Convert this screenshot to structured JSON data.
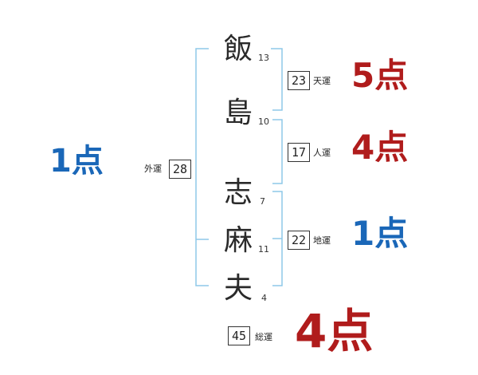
{
  "name": {
    "chars": [
      {
        "char": "飯",
        "strokes": "13"
      },
      {
        "char": "島",
        "strokes": "10"
      },
      {
        "char": "志",
        "strokes": "7"
      },
      {
        "char": "麻",
        "strokes": "11"
      },
      {
        "char": "夫",
        "strokes": "4"
      }
    ]
  },
  "gaiun": {
    "label": "外運",
    "value": "28",
    "score": "1点",
    "score_color": "#1a67b8"
  },
  "tenun": {
    "label": "天運",
    "value": "23",
    "score": "5点",
    "score_color": "#b01c1c"
  },
  "jinun": {
    "label": "人運",
    "value": "17",
    "score": "4点",
    "score_color": "#b01c1c"
  },
  "chiun": {
    "label": "地運",
    "value": "22",
    "score": "1点",
    "score_color": "#1a67b8"
  },
  "soun": {
    "label": "総運",
    "value": "45",
    "score": "4点",
    "score_color": "#b01c1c"
  },
  "bracket_color": "#8ec8e8"
}
